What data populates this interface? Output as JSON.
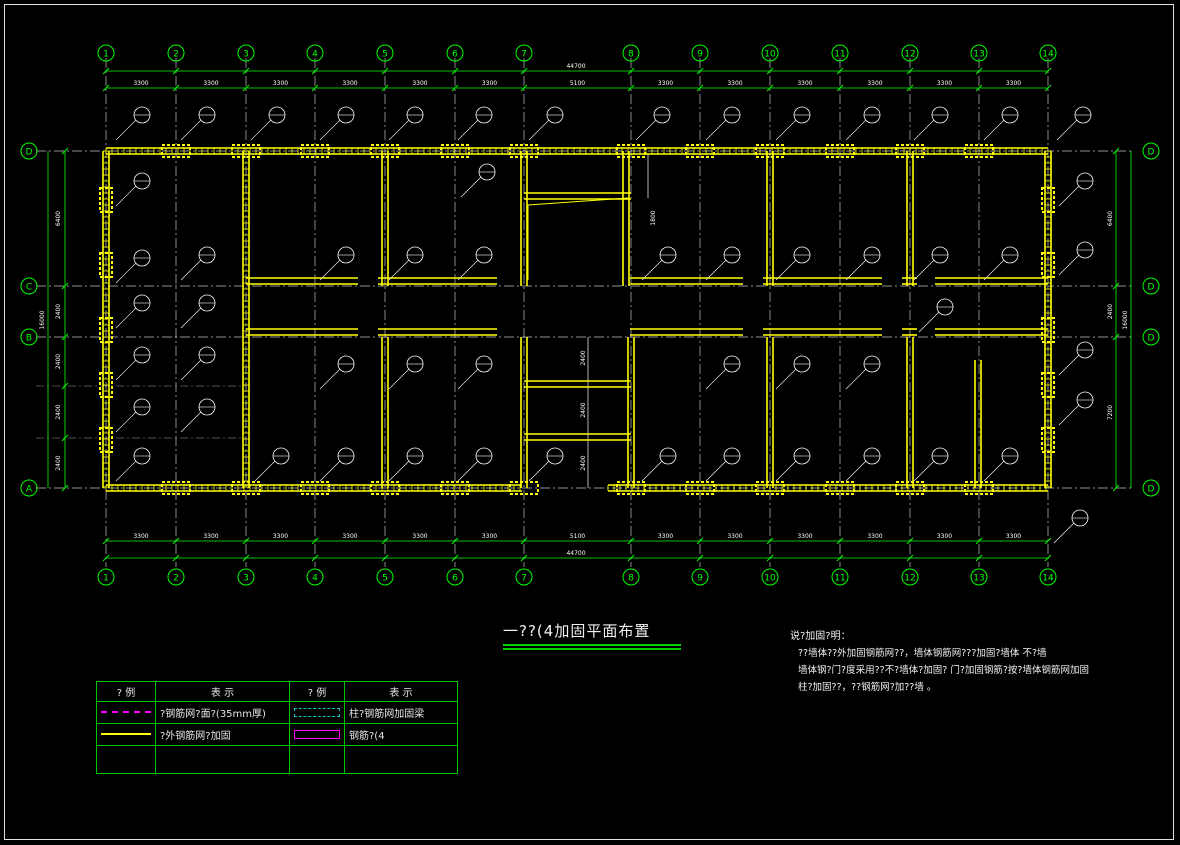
{
  "plan": {
    "column_axes": [
      "1",
      "2",
      "3",
      "4",
      "5",
      "6",
      "7",
      "8",
      "9",
      "10",
      "11",
      "12",
      "13",
      "14"
    ],
    "row_axes_left": [
      "D",
      "C",
      "B",
      "A"
    ],
    "row_axes_right": [
      "D",
      "D",
      "D",
      "D"
    ],
    "top_dims": [
      "3300",
      "3300",
      "3300",
      "3300",
      "3300",
      "3300",
      "5100",
      "3300",
      "3300",
      "3300",
      "3300",
      "3300",
      "3300"
    ],
    "bottom_dims": [
      "3300",
      "3300",
      "3300",
      "3300",
      "3300",
      "3300",
      "5100",
      "3300",
      "3300",
      "3300",
      "3300",
      "3300",
      "3300"
    ],
    "total_dim": "44700",
    "left_dims_inner": [
      "6400",
      "2400",
      "2400",
      "2400",
      "2400"
    ],
    "left_total": "16000",
    "right_dims_inner": [
      "6400",
      "2400",
      "7200"
    ],
    "right_total": "16000",
    "stair_dims": [
      "1800",
      "2400",
      "2400",
      "2400"
    ]
  },
  "title": "一??(4加固平面布置",
  "notes": {
    "heading": "说?加固?明：",
    "lines": [
      "??墙体??外加固钢筋网??，墙体钢筋网???加固?墙体 不?墙",
      "墙体钢?门?度采用??不?墙体?加固? 门?加固钢筋?按?墙体钢筋网加固",
      "柱?加固??，??钢筋网?加??墙 。"
    ]
  },
  "legend": {
    "headers": [
      "? 例",
      "表  示",
      "? 例",
      "表  示"
    ],
    "rows": [
      [
        "?钢筋网?面?(35mm厚)",
        "柱?钢筋网加固梁"
      ],
      [
        "?外钢筋网?加固",
        "钢筋?(4"
      ],
      [
        "",
        ""
      ]
    ]
  },
  "colors": {
    "grid": "#00ff00",
    "wall": "#ffff00",
    "bubble": "#ffffff",
    "dim": "#00ff00",
    "axis_line": "#ffffff"
  }
}
